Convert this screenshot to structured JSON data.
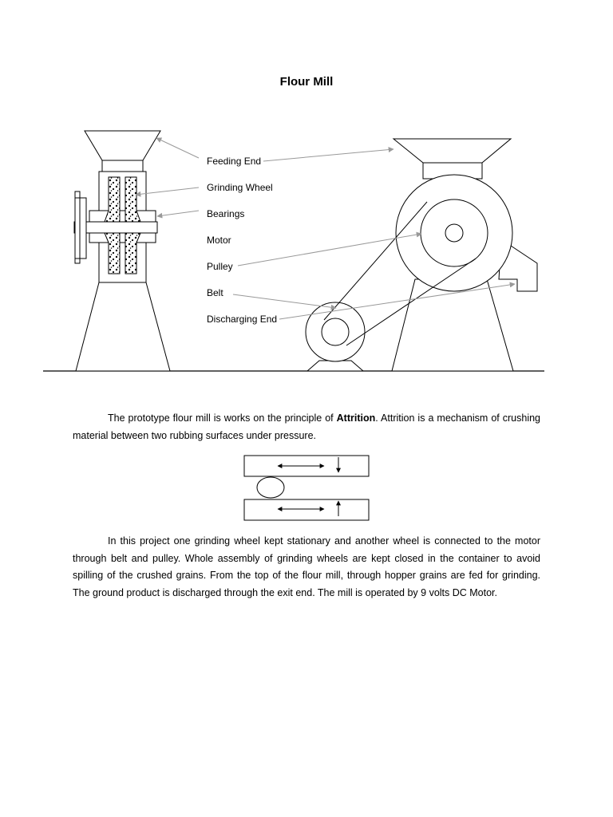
{
  "document": {
    "title": "Flour Mill",
    "diagram": {
      "labels": {
        "feeding_end": "Feeding End",
        "grinding_wheel": "Grinding Wheel",
        "bearings": "Bearings",
        "motor": "Motor",
        "pulley": "Pulley",
        "belt": "Belt",
        "discharging_end": "Discharging End"
      }
    },
    "paragraph1": {
      "before": "The prototype flour mill is works on the principle of ",
      "bold": "Attrition",
      "after": ". Attrition is a mechanism of crushing material between two rubbing surfaces under pressure."
    },
    "paragraph2": "In this project one grinding wheel kept stationary and another wheel is connected to the motor through belt and pulley. Whole assembly of grinding wheels are kept closed in the container to avoid spilling of the crushed grains. From the top of the flour mill, through hopper grains are fed for grinding. The ground product is discharged through the exit end. The mill is operated by 9 volts DC Motor."
  }
}
